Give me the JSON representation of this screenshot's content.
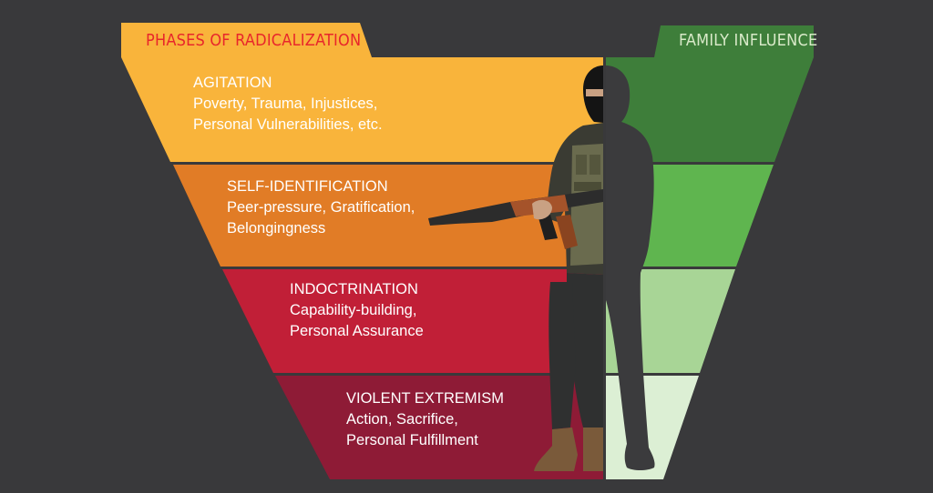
{
  "left_header": "PHASES OF RADICALIZATION",
  "right_header": "FAMILY INFLUENCE",
  "phases": [
    {
      "title": "AGITATION",
      "lines": [
        "Poverty, Trauma, Injustices,",
        "Personal Vulnerabilities, etc."
      ],
      "color": "#f9b43b"
    },
    {
      "title": "SELF-IDENTIFICATION",
      "lines": [
        "Peer-pressure, Gratification,",
        "Belongingness"
      ],
      "color": "#e17c26"
    },
    {
      "title": "INDOCTRINATION",
      "lines": [
        "Capability-building,",
        "Personal Assurance"
      ],
      "color": "#c11f37"
    },
    {
      "title": "VIOLENT EXTREMISM",
      "lines": [
        "Action, Sacrifice,",
        "Personal Fulfillment"
      ],
      "color": "#8e1b36"
    }
  ],
  "family_levels": [
    {
      "color": "#3e7e3a"
    },
    {
      "color": "#5fb54f"
    },
    {
      "color": "#a8d596"
    },
    {
      "color": "#dcefd4"
    }
  ],
  "colors": {
    "background": "#39393b",
    "left_header_text": "#e8262b",
    "right_header_text": "#d8e9c8",
    "right_header_bg": "#3e7e3a",
    "left_header_bg": "#f9b43b",
    "silhouette": "#3b3b3d"
  }
}
